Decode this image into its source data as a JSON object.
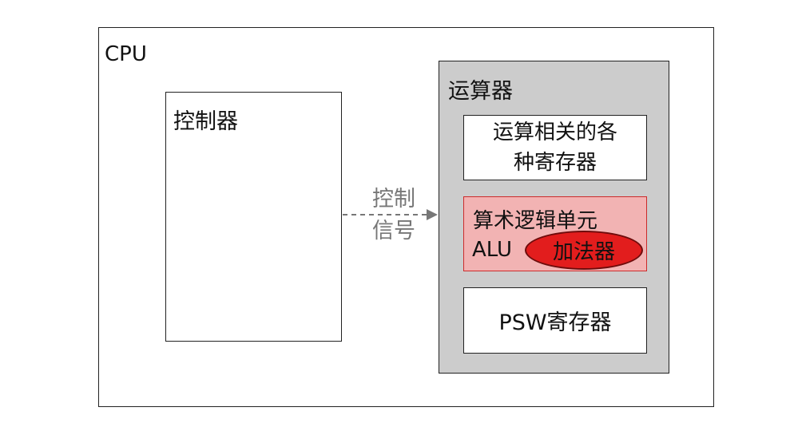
{
  "diagram": {
    "cpu_label": "CPU",
    "controller_label": "控制器",
    "alu_unit_label": "运算器",
    "registers_label": "运算相关的各\n种寄存器",
    "alu_title": "算术逻辑单元",
    "alu_code": "ALU",
    "adder_label": "加法器",
    "psw_label": "PSW寄存器",
    "signal_label": "控制\n信号",
    "colors": {
      "alu_unit_fill": "#cccccc",
      "alu_fill": "#f2b3b3",
      "adder_fill": "#e21d1d",
      "signal_arrow": "#777777"
    }
  }
}
